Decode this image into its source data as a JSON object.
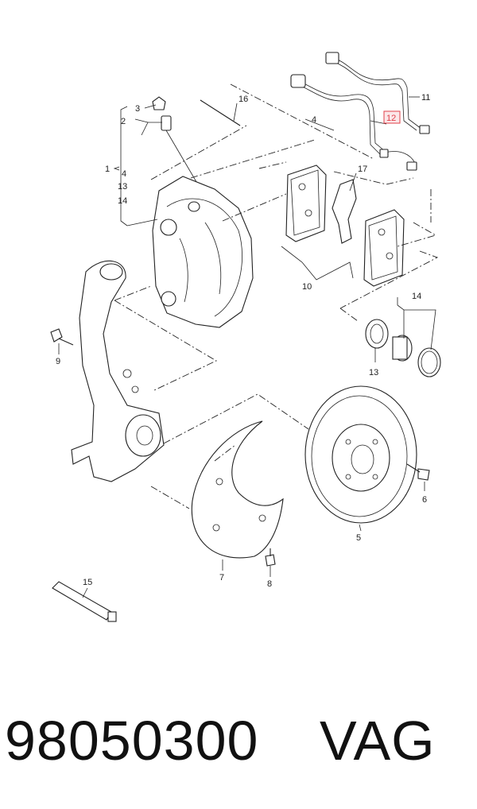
{
  "diagram": {
    "callouts": [
      {
        "id": "c1",
        "text": "1"
      },
      {
        "id": "c2",
        "text": "2"
      },
      {
        "id": "c3",
        "text": "3"
      },
      {
        "id": "c4a",
        "text": "4"
      },
      {
        "id": "c4b",
        "text": "4"
      },
      {
        "id": "c5",
        "text": "5"
      },
      {
        "id": "c6",
        "text": "6"
      },
      {
        "id": "c7",
        "text": "7"
      },
      {
        "id": "c8",
        "text": "8"
      },
      {
        "id": "c9",
        "text": "9"
      },
      {
        "id": "c10",
        "text": "10"
      },
      {
        "id": "c11",
        "text": "11"
      },
      {
        "id": "c12",
        "text": "12"
      },
      {
        "id": "c13a",
        "text": "13"
      },
      {
        "id": "c13b",
        "text": "13"
      },
      {
        "id": "c14a",
        "text": "14"
      },
      {
        "id": "c14b",
        "text": "14"
      },
      {
        "id": "c15",
        "text": "15"
      },
      {
        "id": "c16",
        "text": "16"
      },
      {
        "id": "c17",
        "text": "17"
      }
    ],
    "highlight_color": "#e0404a"
  },
  "footer": {
    "part_number": "98050300",
    "brand": "VAG"
  }
}
